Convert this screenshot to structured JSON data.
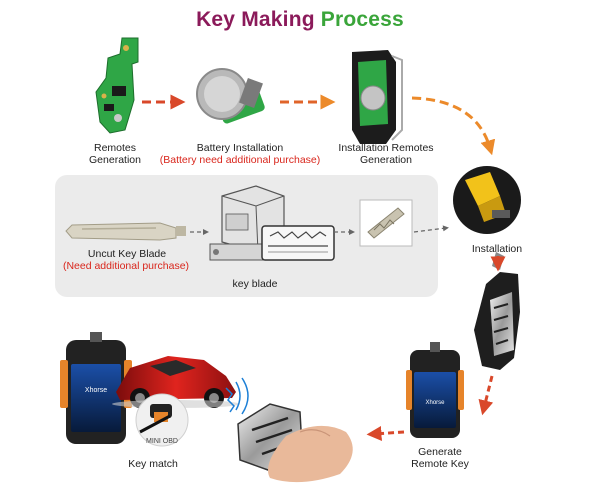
{
  "title": {
    "word1": "Key Making ",
    "word2": "Process"
  },
  "steps": {
    "remotes_generation": "Remotes\nGeneration",
    "battery_installation": "Battery Installation",
    "battery_note": "(Battery need additional purchase)",
    "installation_remotes_generation": "Installation Remotes\nGeneration",
    "installation": "Installation",
    "uncut_key_blade": "Uncut Key  Blade",
    "uncut_note": "(Need additional purchase)",
    "key_blade": "key blade",
    "generate_remote_key": "Generate\nRemote Key",
    "key_match": "Key match"
  },
  "labels": {
    "mini_obd": "MINI OBD",
    "brand": "Xhorse"
  },
  "colors": {
    "arrow_orange": "#ec8a2a",
    "arrow_red": "#d9482a",
    "title_dark": "#8b1a5a",
    "title_green": "#3aa53a",
    "note_red": "#d9261c"
  }
}
